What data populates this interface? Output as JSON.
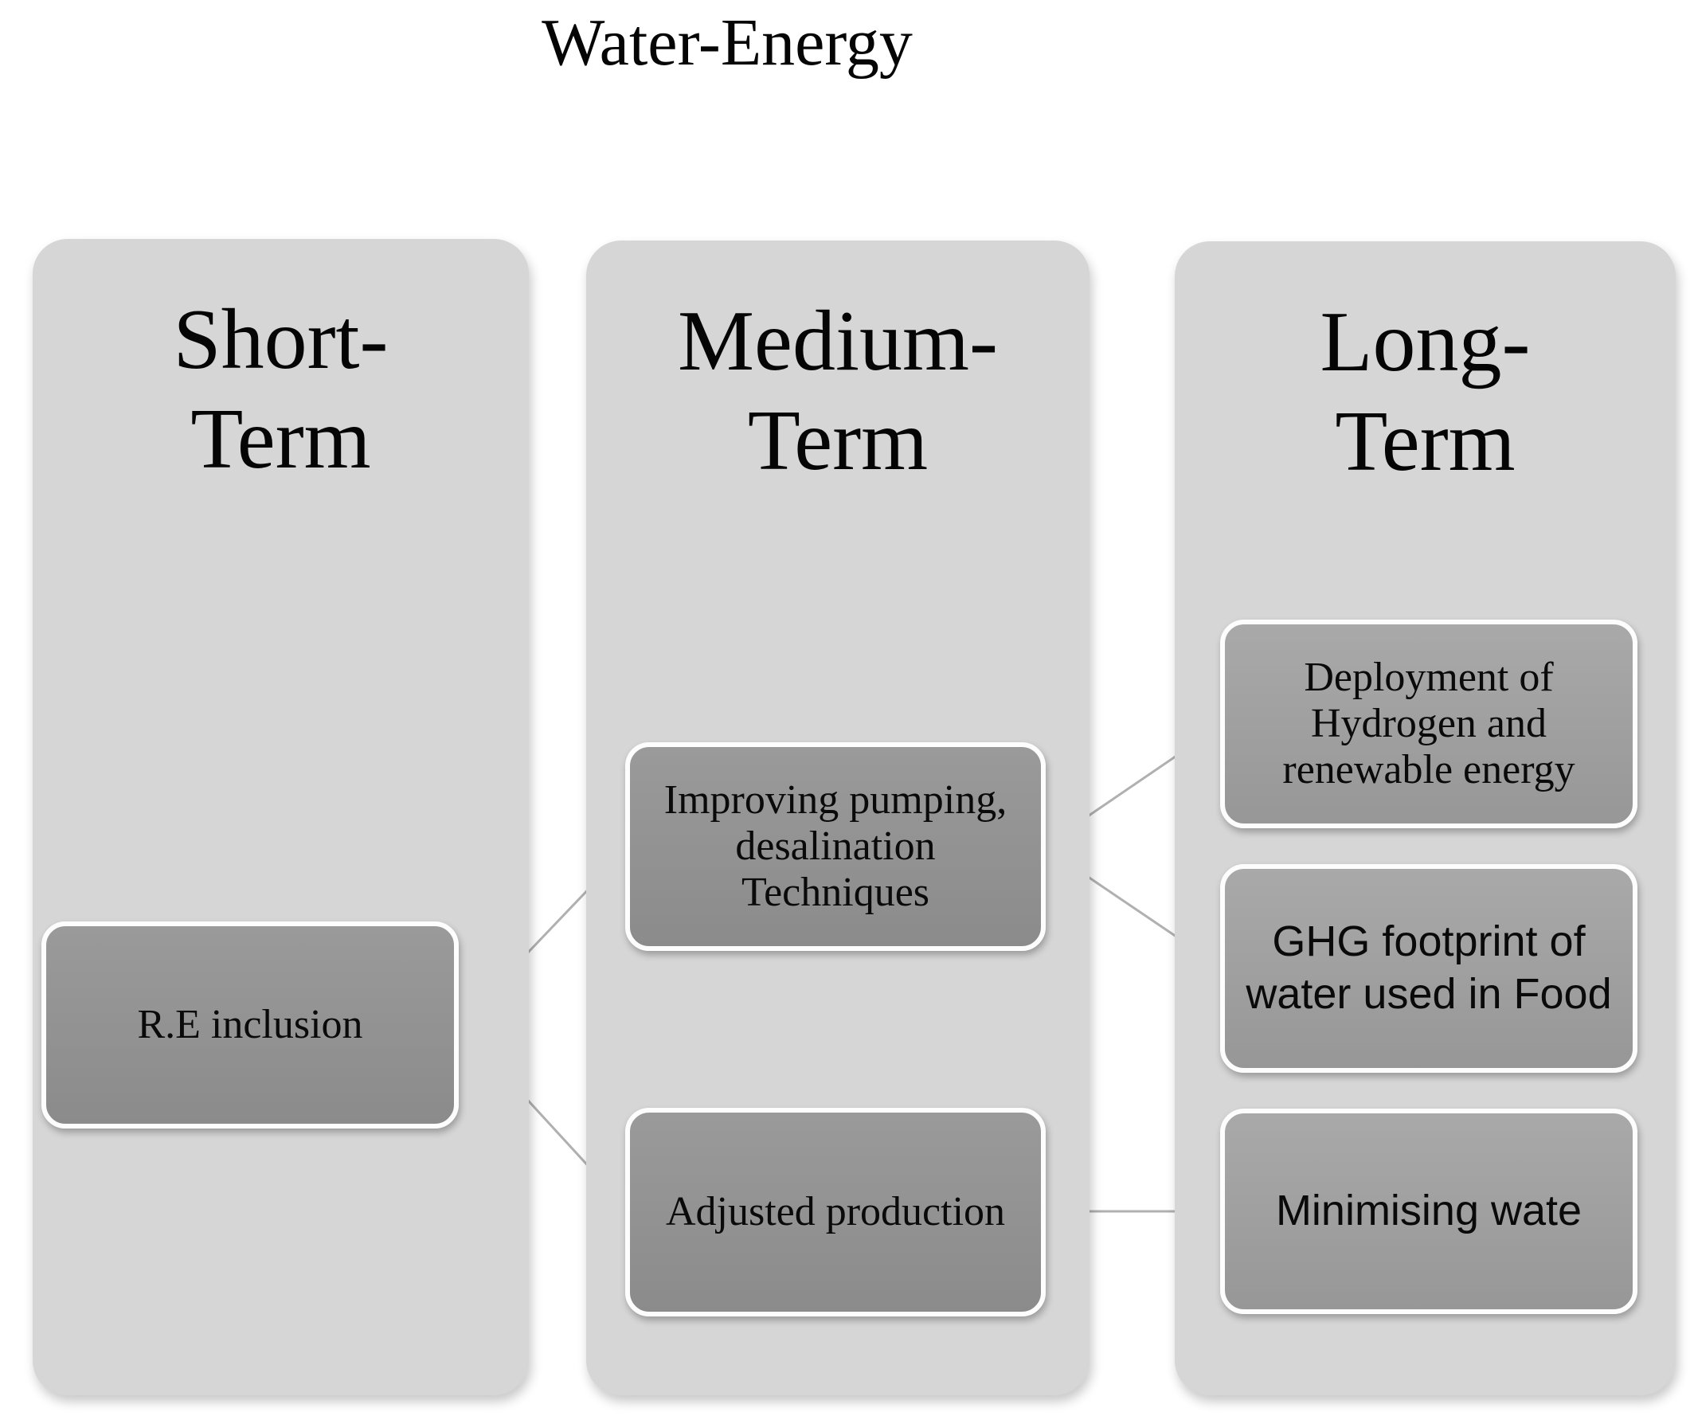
{
  "diagram": {
    "title": "Water-Energy",
    "columns": [
      {
        "title": "Short-\nTerm",
        "boxes": [
          {
            "label": "R.E inclusion"
          }
        ]
      },
      {
        "title": "Medium-\nTerm",
        "boxes": [
          {
            "label": "Improving pumping,\ndesalination\nTechniques"
          },
          {
            "label": "Adjusted production"
          }
        ]
      },
      {
        "title": "Long-\nTerm",
        "boxes": [
          {
            "label": "Deployment of\nHydrogen and\nrenewable energy"
          },
          {
            "label": "GHG footprint of\nwater used in Food"
          },
          {
            "label": "Minimising wate"
          }
        ]
      }
    ],
    "connections": [
      {
        "from": "R.E inclusion",
        "to": "Improving pumping, desalination Techniques"
      },
      {
        "from": "R.E inclusion",
        "to": "Adjusted production"
      },
      {
        "from": "Improving pumping, desalination Techniques",
        "to": "Deployment of Hydrogen and renewable energy"
      },
      {
        "from": "Improving pumping, desalination Techniques",
        "to": "GHG footprint of water used in Food"
      },
      {
        "from": "Adjusted production",
        "to": "Minimising wate"
      }
    ],
    "colors": {
      "page_bg": "#ffffff",
      "column_bg": "#d6d6d6",
      "node_bg": "#8f8f8f",
      "node_bg_long": "#a0a0a0",
      "node_border": "#ffffff",
      "connector": "#b0b0b0",
      "text": "#0a0a0a"
    }
  }
}
